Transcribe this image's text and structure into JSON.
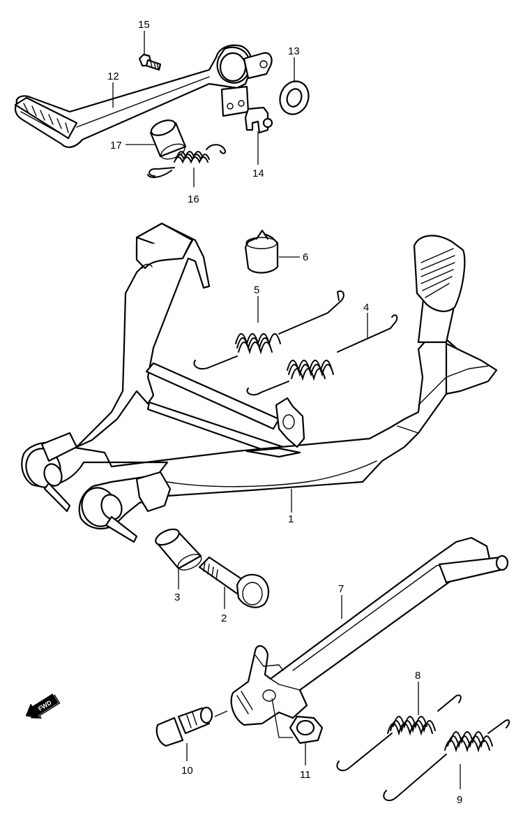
{
  "callouts": {
    "p1": "1",
    "p2": "2",
    "p3": "3",
    "p4": "4",
    "p5": "5",
    "p6": "6",
    "p7": "7",
    "p8": "8",
    "p9": "9",
    "p10": "10",
    "p11": "11",
    "p12": "12",
    "p13": "13",
    "p14": "14",
    "p15": "15",
    "p16": "16",
    "p17": "17"
  },
  "fwd_label": "FWD",
  "icons": {
    "fwd": "fwd-arrow-icon"
  }
}
